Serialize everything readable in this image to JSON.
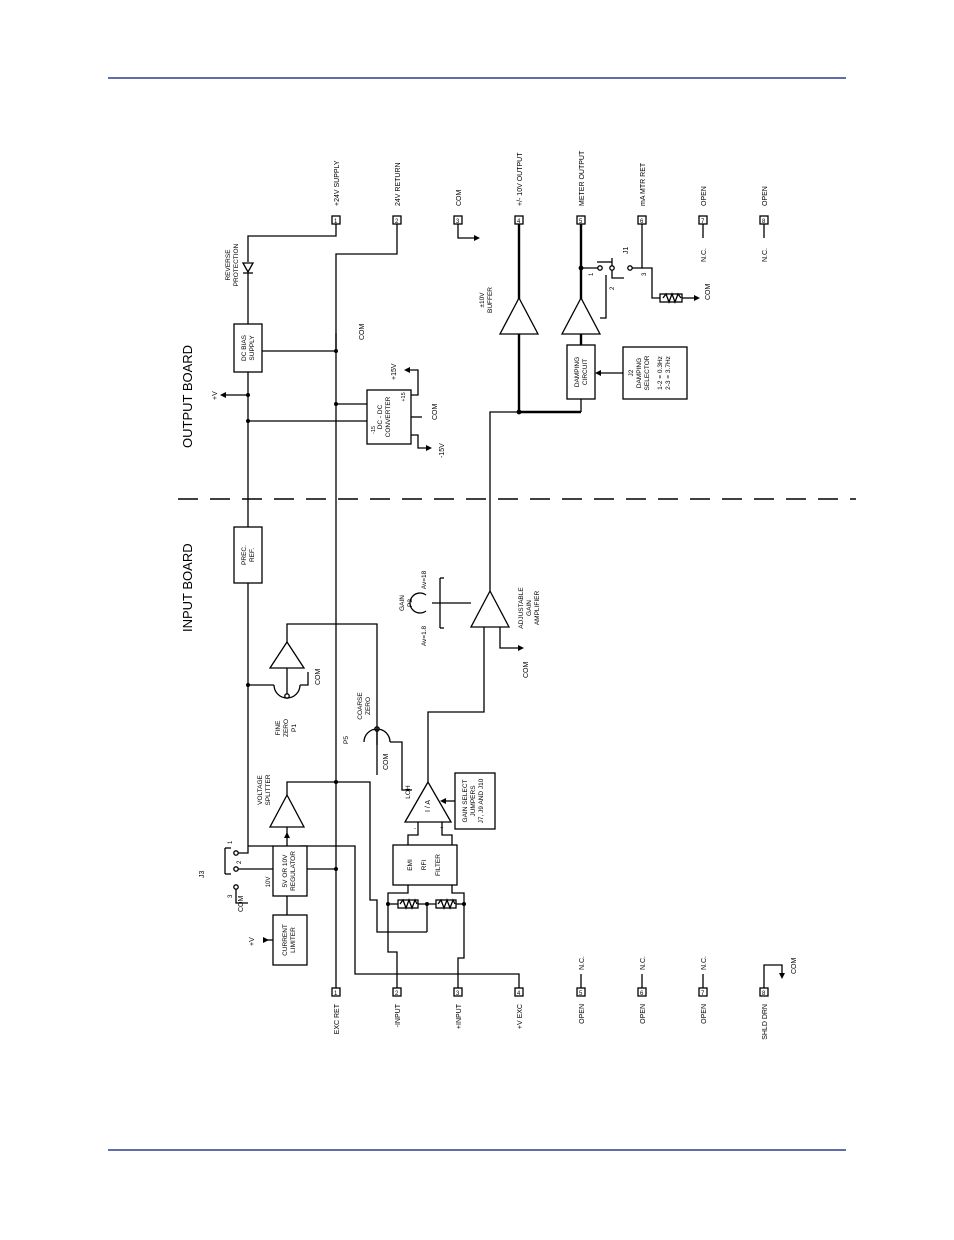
{
  "colors": {
    "header_rule": "#2a3f8f",
    "ink": "#000000"
  },
  "section_labels": {
    "output_board": "OUTPUT BOARD",
    "input_board": "INPUT BOARD"
  },
  "output_terminals": [
    {
      "num": "1",
      "label": "+24V SUPPLY"
    },
    {
      "num": "2",
      "label": "24V RETURN"
    },
    {
      "num": "3",
      "label": "COM"
    },
    {
      "num": "4",
      "label": "+/- 10V OUTPUT"
    },
    {
      "num": "5",
      "label": "METER OUTPUT"
    },
    {
      "num": "6",
      "label": "mA MTR RET"
    },
    {
      "num": "7",
      "label": "OPEN"
    },
    {
      "num": "8",
      "label": "OPEN"
    }
  ],
  "input_terminals": [
    {
      "num": "1",
      "label": "EXC RET"
    },
    {
      "num": "2",
      "label": "-INPUT"
    },
    {
      "num": "3",
      "label": "+INPUT"
    },
    {
      "num": "4",
      "label": "+V EXC"
    },
    {
      "num": "5",
      "label": "OPEN"
    },
    {
      "num": "6",
      "label": "OPEN"
    },
    {
      "num": "7",
      "label": "OPEN"
    },
    {
      "num": "8",
      "label": "SHLD DRN"
    }
  ],
  "nc_label": "N.C.",
  "blocks": {
    "reverse_protection": [
      "REVERSE",
      "PROTECTION"
    ],
    "dc_bias_supply": [
      "DC BIAS",
      "SUPPLY"
    ],
    "dc_converter": [
      "DC - DC",
      "CONVERTER"
    ],
    "prec_ref": [
      "PREC.",
      "REF."
    ],
    "buffer": [
      "±10V",
      "BUFFER"
    ],
    "damping_circuit": [
      "DAMPING",
      "CIRCUIT"
    ],
    "damping_selector": [
      "J2",
      "DAMPING",
      "SELECTOR",
      "1-2 = 0.3Hz",
      "2-3 = 3.7Hz"
    ],
    "adjustable_gain": [
      "ADJUSTABLE",
      "GAIN",
      "AMPLIFIER"
    ],
    "gain_pot": [
      "GAIN",
      "P2"
    ],
    "av_low": "Av=1.8",
    "av_high": "Av=18",
    "fine_zero": [
      "FINE",
      "ZERO",
      "P1"
    ],
    "coarse_zero": [
      "COARSE",
      "ZERO"
    ],
    "p5": "P5",
    "voltage_splitter": [
      "VOLTAGE",
      "SPLITTER"
    ],
    "regulator": [
      "5V OR 10V",
      "REGULATOR"
    ],
    "current_limiter": [
      "CURRENT",
      "LIMITER"
    ],
    "emi_filter": [
      "EMI",
      "RFI",
      "FILTER"
    ],
    "ia": "I / A",
    "loh": "LOH",
    "gain_select": [
      "GAIN SELECT",
      "JUMPERS",
      "J7, J9 AND J10"
    ],
    "j1": "J1",
    "j3": "J3",
    "v10_label": "10V"
  },
  "nets": {
    "com": "COM",
    "plus_v": "+V",
    "plus_15v": "+15V",
    "minus_15v": "-15V",
    "plus_15": "+15",
    "minus_15": "-15"
  },
  "pins": {
    "p1": "1",
    "p2": "2",
    "p3": "3"
  }
}
